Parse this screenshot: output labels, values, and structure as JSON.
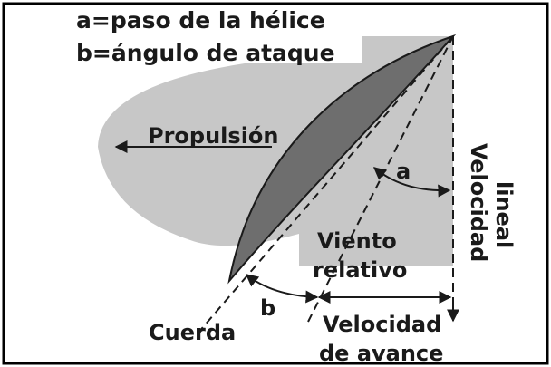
{
  "legend": {
    "a_def": "a=paso de la hélice",
    "b_def": "b=ángulo de ataque"
  },
  "labels": {
    "propulsion": "Propulsión",
    "angle_a": "a",
    "viento_line1": "Viento",
    "viento_line2": "relativo",
    "velocidad_lineal_line1": "Velocidad",
    "velocidad_lineal_line2": "lineal",
    "angle_b": "b",
    "cuerda": "Cuerda",
    "velocidad_avance_line1": "Velocidad",
    "velocidad_avance_line2": "de avance"
  },
  "colors": {
    "background": "#ffffff",
    "region_fill": "#c7c7c7",
    "blade_fill": "#6e6e6e",
    "ink": "#1a1a1a",
    "border": "#000000"
  }
}
